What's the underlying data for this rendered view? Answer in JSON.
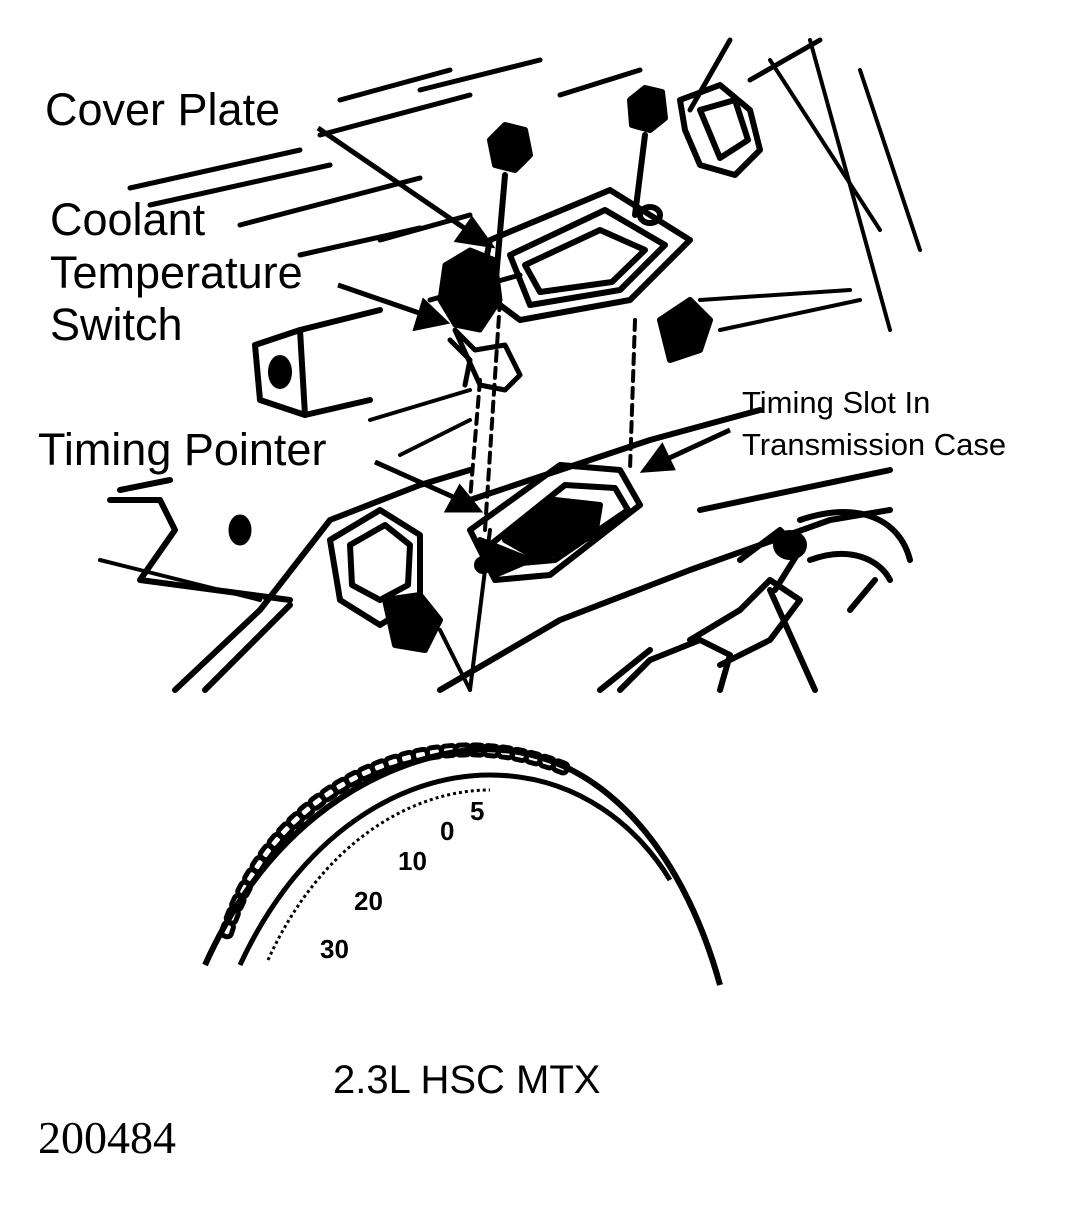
{
  "labels": {
    "cover_plate": "Cover Plate",
    "coolant_line1": "Coolant",
    "coolant_line2": "Temperature",
    "coolant_line3": "Switch",
    "timing_pointer": "Timing Pointer",
    "timing_slot_line1": "Timing Slot In",
    "timing_slot_line2": "Transmission Case"
  },
  "scale_marks": [
    "5",
    "0",
    "10",
    "20",
    "30"
  ],
  "caption": "2.3L HSC MTX",
  "figure_number": "200484",
  "colors": {
    "ink": "#000000",
    "paper": "#ffffff"
  }
}
